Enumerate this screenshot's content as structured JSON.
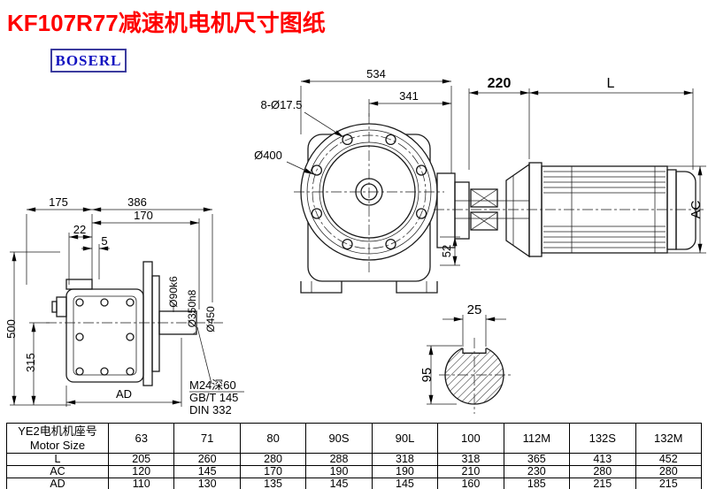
{
  "page": {
    "title": "KF107R77减速机电机尺寸图纸",
    "brand": "BOSERL"
  },
  "front_view": {
    "dim_total_width": "534",
    "dim_341": "341",
    "bolt_note": "8-Ø17.5",
    "bolt_circle_dia": "Ø400",
    "dim_52": "52"
  },
  "motor_view": {
    "dim_220": "220",
    "dim_length": "L",
    "dim_ac": "AC"
  },
  "side_view": {
    "dim_175": "175",
    "dim_386": "386",
    "dim_170": "170",
    "dim_22": "22",
    "dim_5": "5",
    "dim_500": "500",
    "dim_315": "315",
    "shaft_dia": "Ø90k6",
    "spigot_dia": "Ø350h8",
    "flange_dia": "Ø450",
    "dim_ad": "AD",
    "thread_note": "M24深60",
    "std_1": "GB/T 145",
    "std_2": "DIN 332"
  },
  "shaft_section": {
    "key_width": "25",
    "shaft_dia": "95"
  },
  "table": {
    "header": {
      "line1": "YE2电机机座号",
      "line2": "Motor Size"
    },
    "sizes": [
      "63",
      "71",
      "80",
      "90S",
      "90L",
      "100",
      "112M",
      "132S",
      "132M"
    ],
    "rows": [
      {
        "label": "L",
        "values": [
          "205",
          "260",
          "280",
          "288",
          "318",
          "318",
          "365",
          "413",
          "452"
        ]
      },
      {
        "label": "AC",
        "values": [
          "120",
          "145",
          "170",
          "190",
          "190",
          "210",
          "230",
          "280",
          "280"
        ]
      },
      {
        "label": "AD",
        "values": [
          "110",
          "130",
          "135",
          "145",
          "145",
          "160",
          "185",
          "215",
          "215"
        ]
      }
    ]
  }
}
